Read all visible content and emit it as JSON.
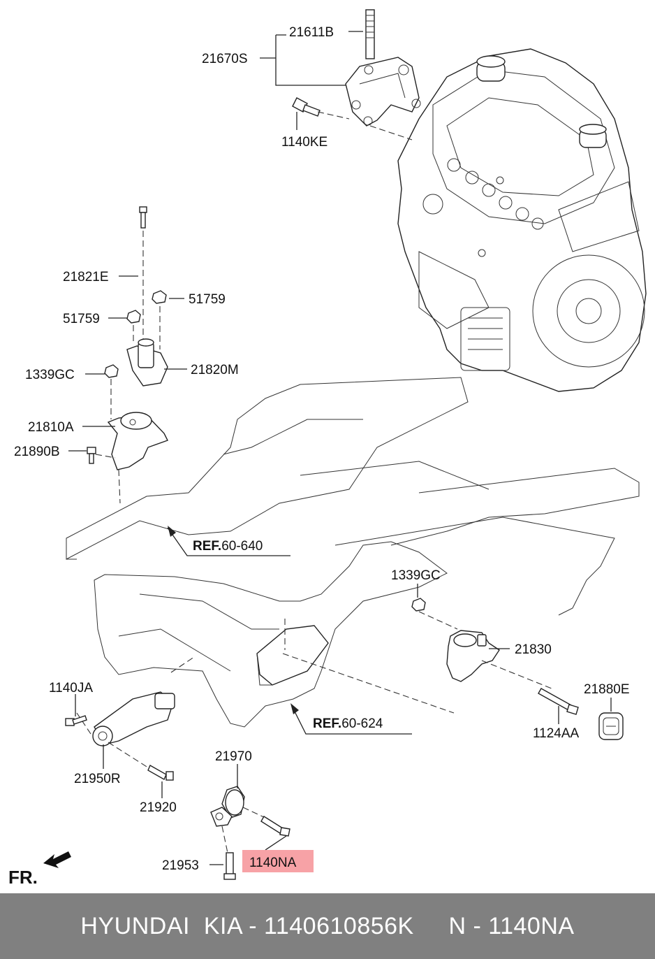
{
  "labels": {
    "p21611B": "21611B",
    "p21670S": "21670S",
    "p1140KE": "1140KE",
    "p21821E": "21821E",
    "p51759a": "51759",
    "p51759b": "51759",
    "p1339GCa": "1339GC",
    "p21820M": "21820M",
    "p21810A": "21810A",
    "p21890B": "21890B",
    "p1339GCb": "1339GC",
    "p21830": "21830",
    "p21880E": "21880E",
    "p1124AA": "1124AA",
    "p1140JA": "1140JA",
    "p21950R": "21950R",
    "p21920": "21920",
    "p21970": "21970",
    "p21953": "21953",
    "p1140NA": "1140NA"
  },
  "refs": {
    "ref1_prefix": "REF.",
    "ref1_num": "60-640",
    "ref2_prefix": "REF.",
    "ref2_num": "60-624"
  },
  "front_indicator": "FR.",
  "highlight_color": "#f7a2a6",
  "footer": {
    "text": "HYUNDAI  KIA - 1140610856K     N - 1140NA",
    "background": "#808080"
  }
}
